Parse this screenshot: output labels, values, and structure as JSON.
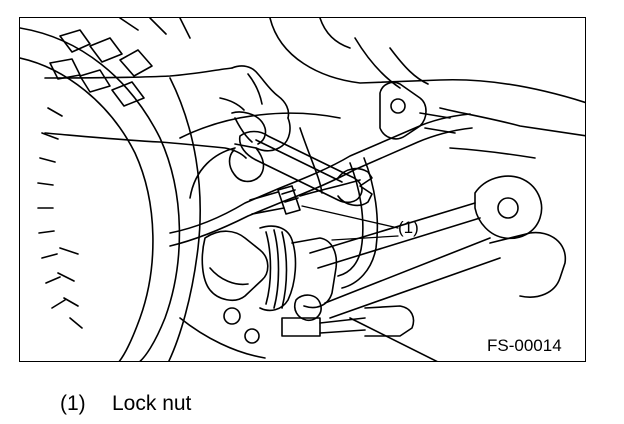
{
  "figure": {
    "callout_label": "(1)",
    "figure_code": "FS-00014"
  },
  "caption": {
    "number": "(1)",
    "text": "Lock nut"
  }
}
